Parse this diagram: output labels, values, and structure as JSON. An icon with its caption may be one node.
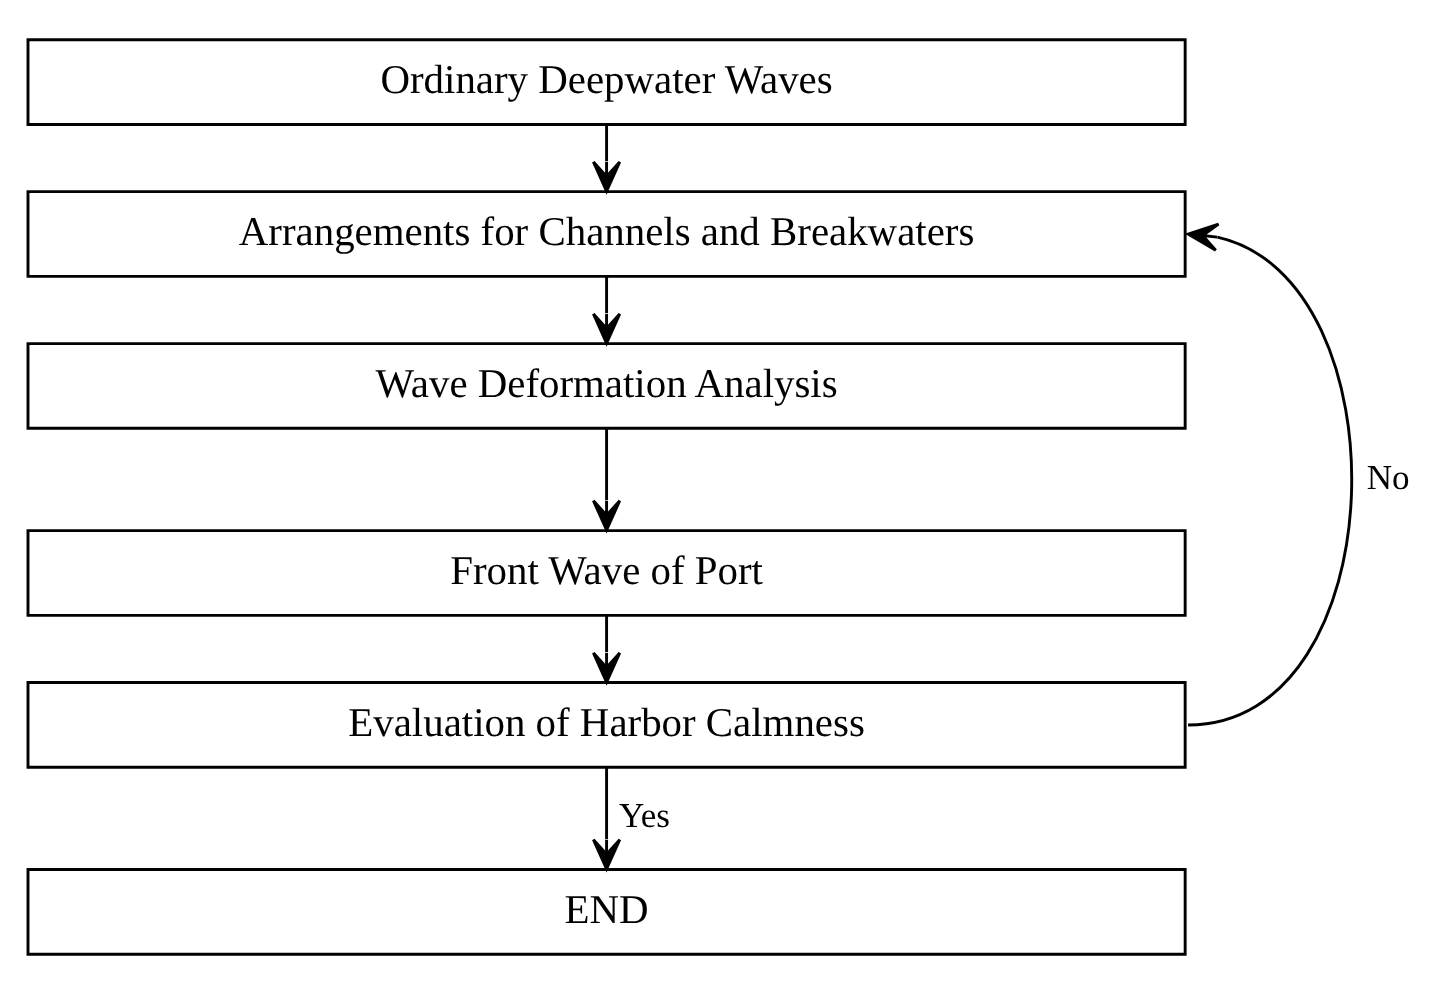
{
  "diagram": {
    "nodes": [
      {
        "text": [
          "Ordinary Deepwater Waves"
        ]
      },
      {
        "text": [
          "Arrangements for Channels and Breakwaters"
        ]
      },
      {
        "text": [
          "Wave Deformation Analysis"
        ]
      },
      {
        "text": [
          "Front Wave of Port"
        ]
      },
      {
        "text": [
          "Evaluation of Harbor Calmness"
        ]
      },
      {
        "text": [
          "END"
        ]
      }
    ],
    "edges": [
      {
        "from": 0,
        "to": 1,
        "arrow": "to"
      },
      {
        "from": 1,
        "to": 2,
        "arrow": "to"
      },
      {
        "from": 2,
        "to": 3,
        "arrow": "to"
      },
      {
        "from": 3,
        "to": 4,
        "arrow": "to"
      },
      {
        "from": 4,
        "to": 5,
        "arrow": "to",
        "label": "Yes"
      },
      {
        "from": 4,
        "to": 1,
        "arrow": "to",
        "label": "No"
      }
    ]
  }
}
